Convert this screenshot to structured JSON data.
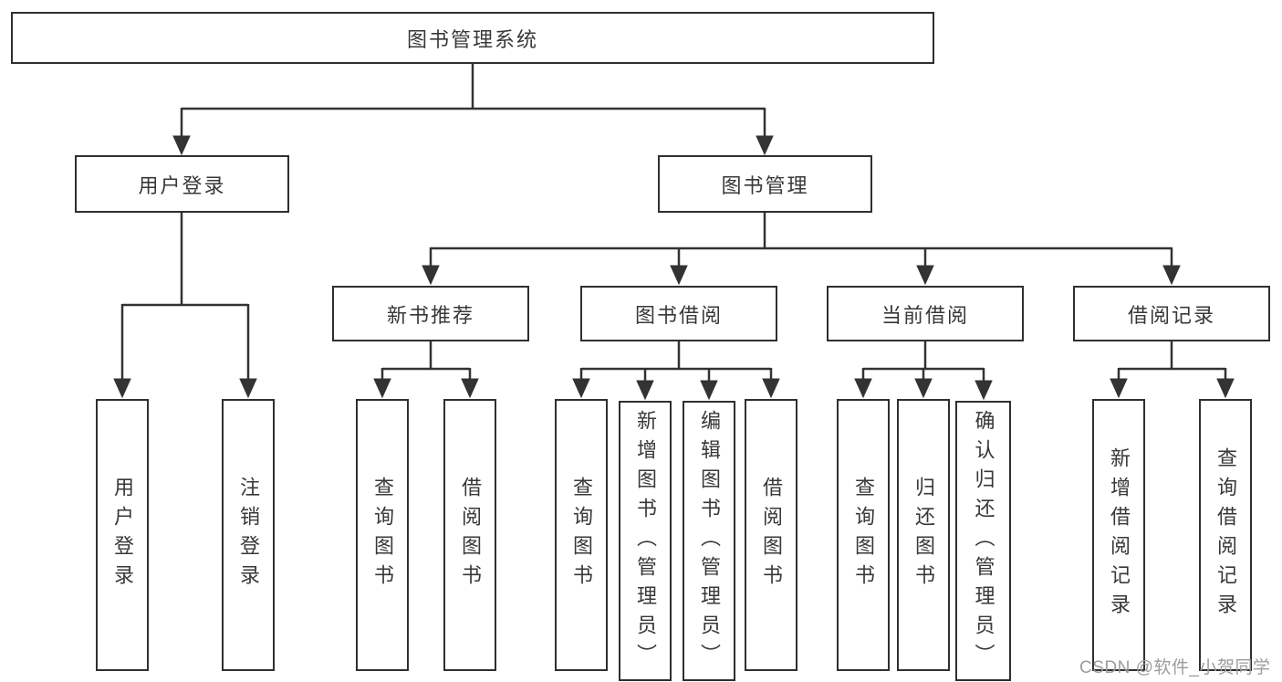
{
  "diagram": {
    "root": "图书管理系统",
    "level2": [
      {
        "label": "用户登录",
        "children": [
          "用户登录",
          "注销登录"
        ]
      },
      {
        "label": "图书管理"
      }
    ],
    "level3": [
      {
        "label": "新书推荐",
        "children": [
          "查询图书",
          "借阅图书"
        ]
      },
      {
        "label": "图书借阅",
        "children": [
          "查询图书",
          "新增图书（管理员）",
          "编辑图书（管理员）",
          "借阅图书"
        ]
      },
      {
        "label": "当前借阅",
        "children": [
          "查询图书",
          "归还图书",
          "确认归还（管理员）"
        ]
      },
      {
        "label": "借阅记录",
        "children": [
          "新增借阅记录",
          "查询借阅记录"
        ]
      }
    ]
  },
  "watermark": "CSDN @软件_小贺同学",
  "colors": {
    "line": "#333333",
    "border": "#2f2f2f",
    "text": "#383838",
    "watermark": "#9c9c9c",
    "background": "#ffffff"
  }
}
